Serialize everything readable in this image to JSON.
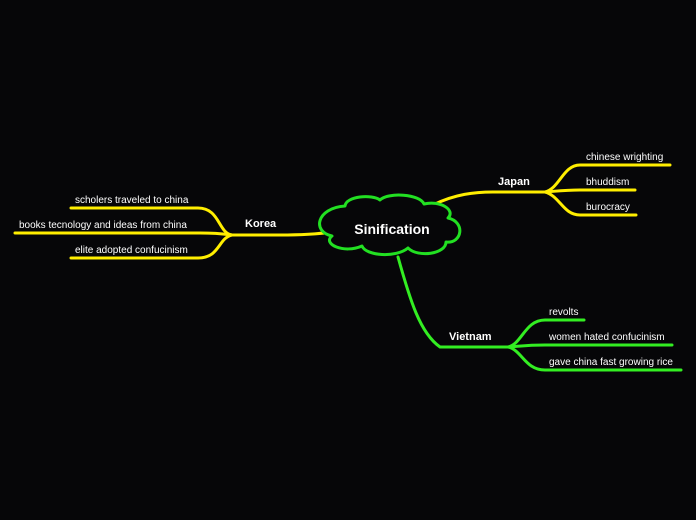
{
  "central": {
    "label": "Sinification",
    "color": "#22e022"
  },
  "branches": {
    "japan": {
      "label": "Japan",
      "color": "#ffee00",
      "leaves": [
        "chinese wrighting",
        "bhuddism",
        "burocracy"
      ]
    },
    "korea": {
      "label": "Korea",
      "color": "#ffee00",
      "leaves": [
        "scholers traveled to china",
        "books tecnology and ideas from china",
        "elite adopted confucinism"
      ]
    },
    "vietnam": {
      "label": "Vietnam",
      "color": "#33ee22",
      "leaves": [
        "revolts",
        "women hated confucinism",
        "gave china fast growing rice"
      ]
    }
  }
}
